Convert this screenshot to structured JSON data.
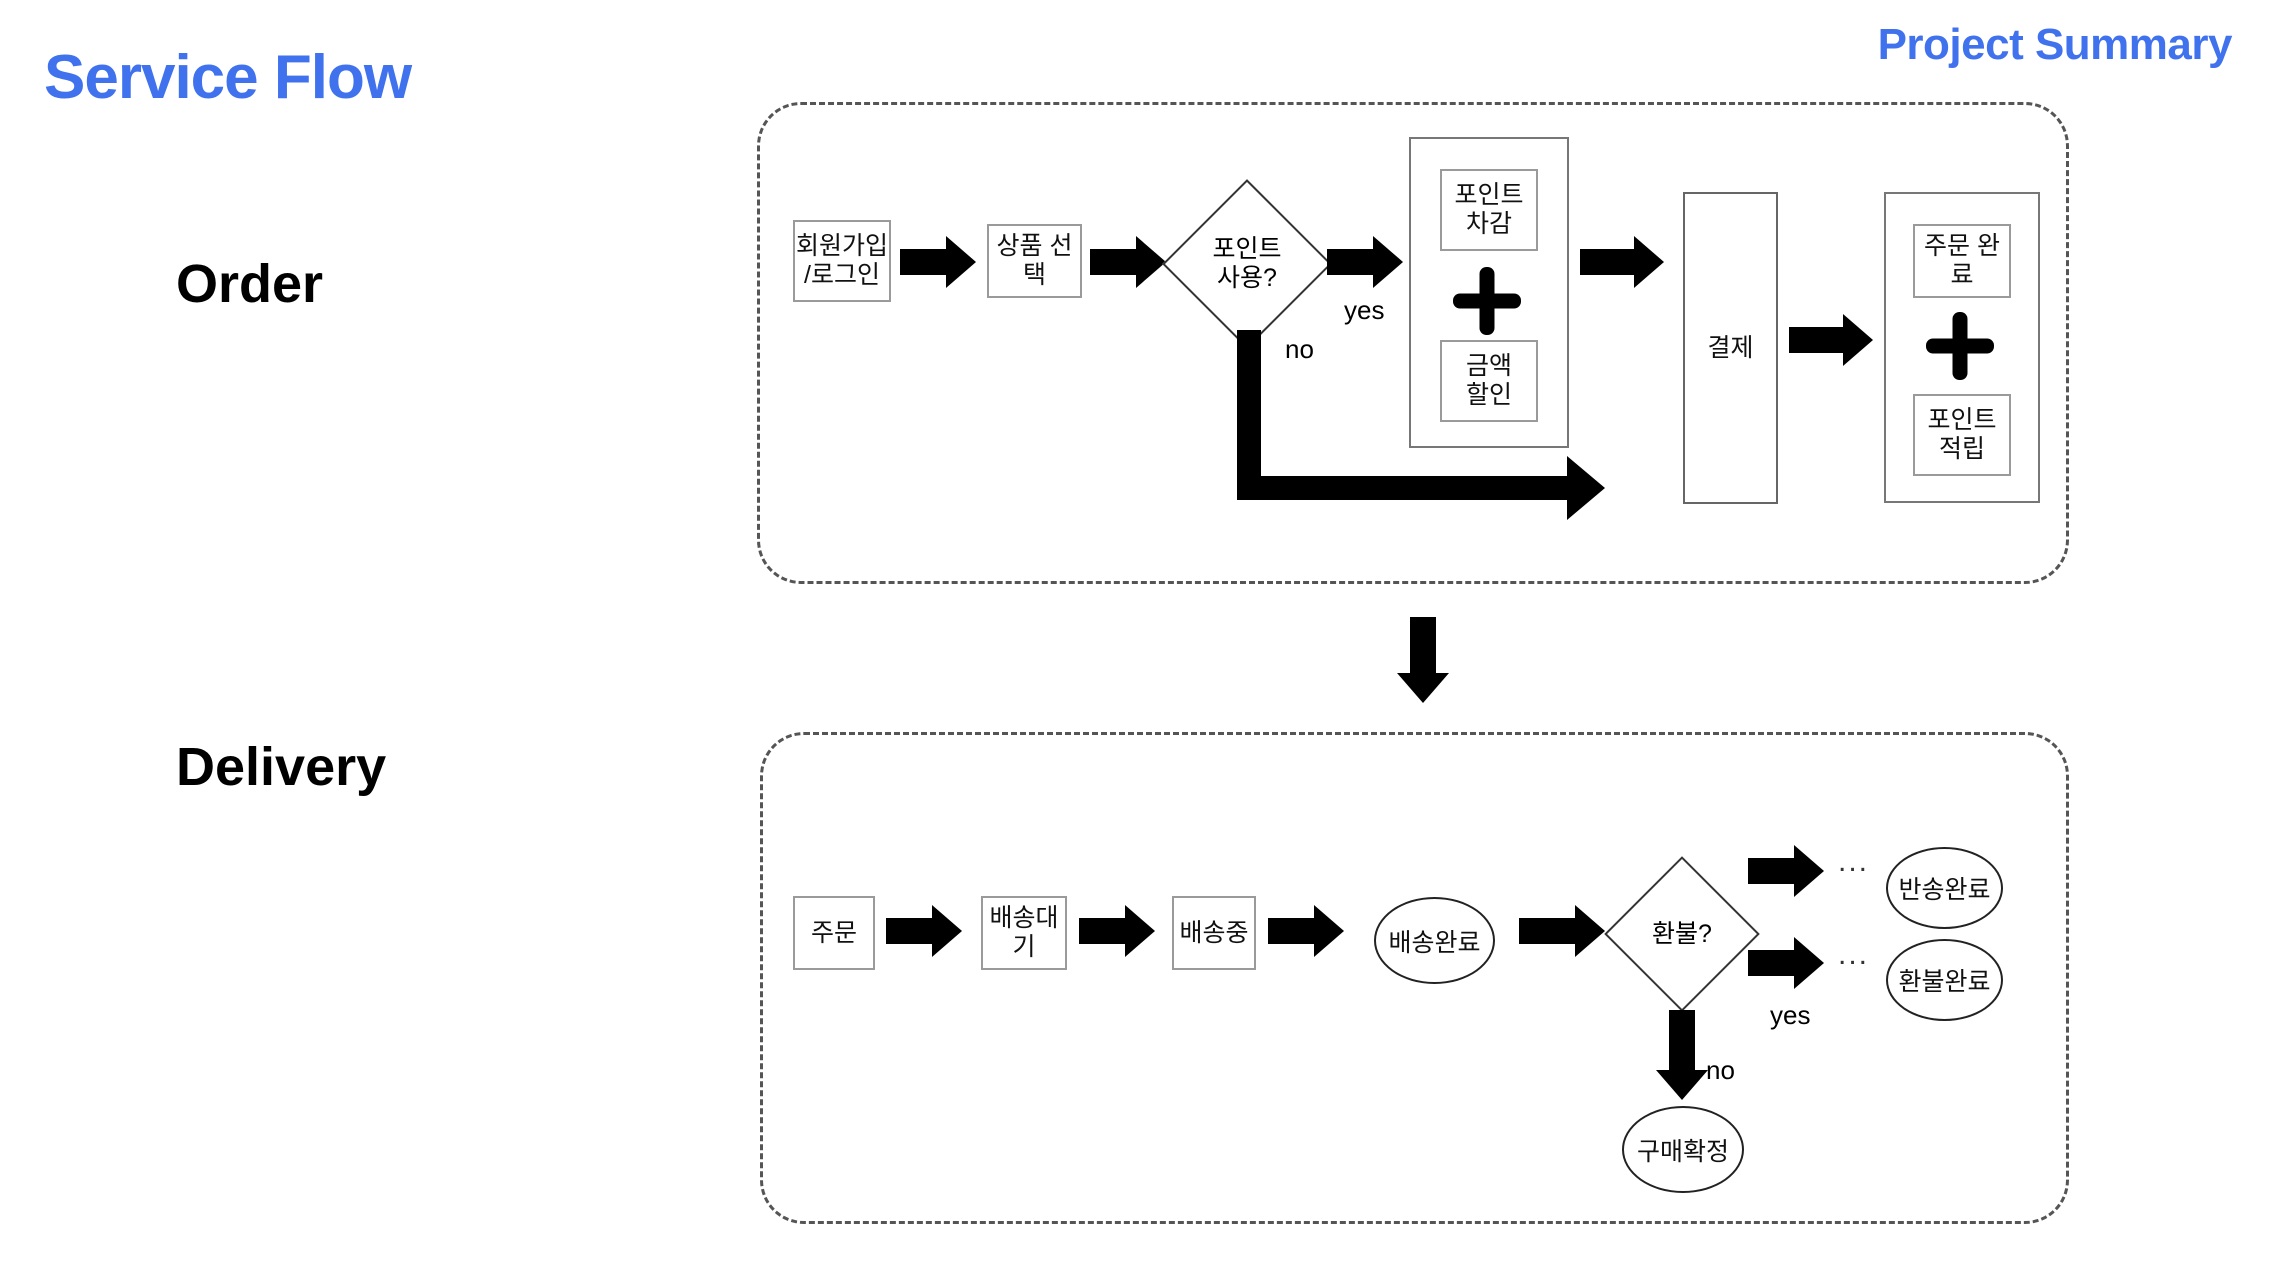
{
  "header": {
    "title": "Service Flow",
    "deck_label": "Project Summary",
    "accent_color": "#4072ee"
  },
  "stages": {
    "order_label": "Order",
    "delivery_label": "Delivery"
  },
  "order_flow": {
    "nodes": {
      "signup_login": "회원가입\n/로그인",
      "select_product": "상품 선택",
      "use_point_decision": "포인트\n사용?",
      "point_deduct": "포인트\n차감",
      "amount_discount": "금액\n할인",
      "payment": "결제",
      "order_complete": "주문 완료",
      "point_accrual": "포인트\n적립"
    },
    "branch_labels": {
      "yes": "yes",
      "no": "no"
    },
    "operators": {
      "combine": "+"
    }
  },
  "delivery_flow": {
    "nodes": {
      "order": "주문",
      "waiting_shipment": "배송대기",
      "shipping": "배송중",
      "delivered": "배송완료",
      "refund_decision": "환불?",
      "return_complete": "반송완료",
      "refund_complete": "환불완료",
      "purchase_confirm": "구매확정"
    },
    "branch_labels": {
      "yes": "yes",
      "no": "no"
    },
    "ellipsis": "..."
  }
}
